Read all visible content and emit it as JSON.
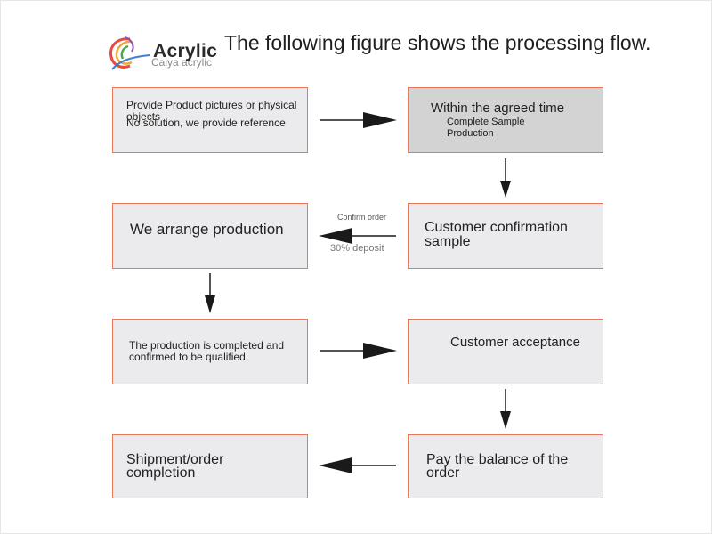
{
  "brand": {
    "name": "Acrylic",
    "sub": "Caiya acrylic",
    "colors": [
      "#e84b3c",
      "#f2a53b",
      "#49a84a",
      "#3f7fcf",
      "#8a4fb5"
    ]
  },
  "title": "The following figure shows the processing flow.",
  "steps": [
    {
      "line1": "Provide Product pictures or physical",
      "line2": "objects",
      "line3": "No solution, we provide reference"
    },
    {
      "line1": "Within the agreed time",
      "line2": "Complete Sample",
      "line3": "Production"
    },
    {
      "line1": "Customer confirmation",
      "line2": "sample"
    },
    {
      "line1": "We arrange production"
    },
    {
      "line1": "The production is completed and",
      "line2": "confirmed to be qualified."
    },
    {
      "line1": "Customer acceptance"
    },
    {
      "line1": "Pay the balance of the",
      "line2": "order"
    },
    {
      "line1": "Shipment/order",
      "line2": "completion"
    }
  ],
  "arrow_labels": {
    "confirm_order": "Confirm order",
    "deposit": "30% deposit"
  },
  "colors": {
    "box_border": "#e8785a",
    "box_fill": "#ebeaec",
    "box_fill_highlight": "#d4d3d3",
    "arrow": "#1a1a1a"
  }
}
